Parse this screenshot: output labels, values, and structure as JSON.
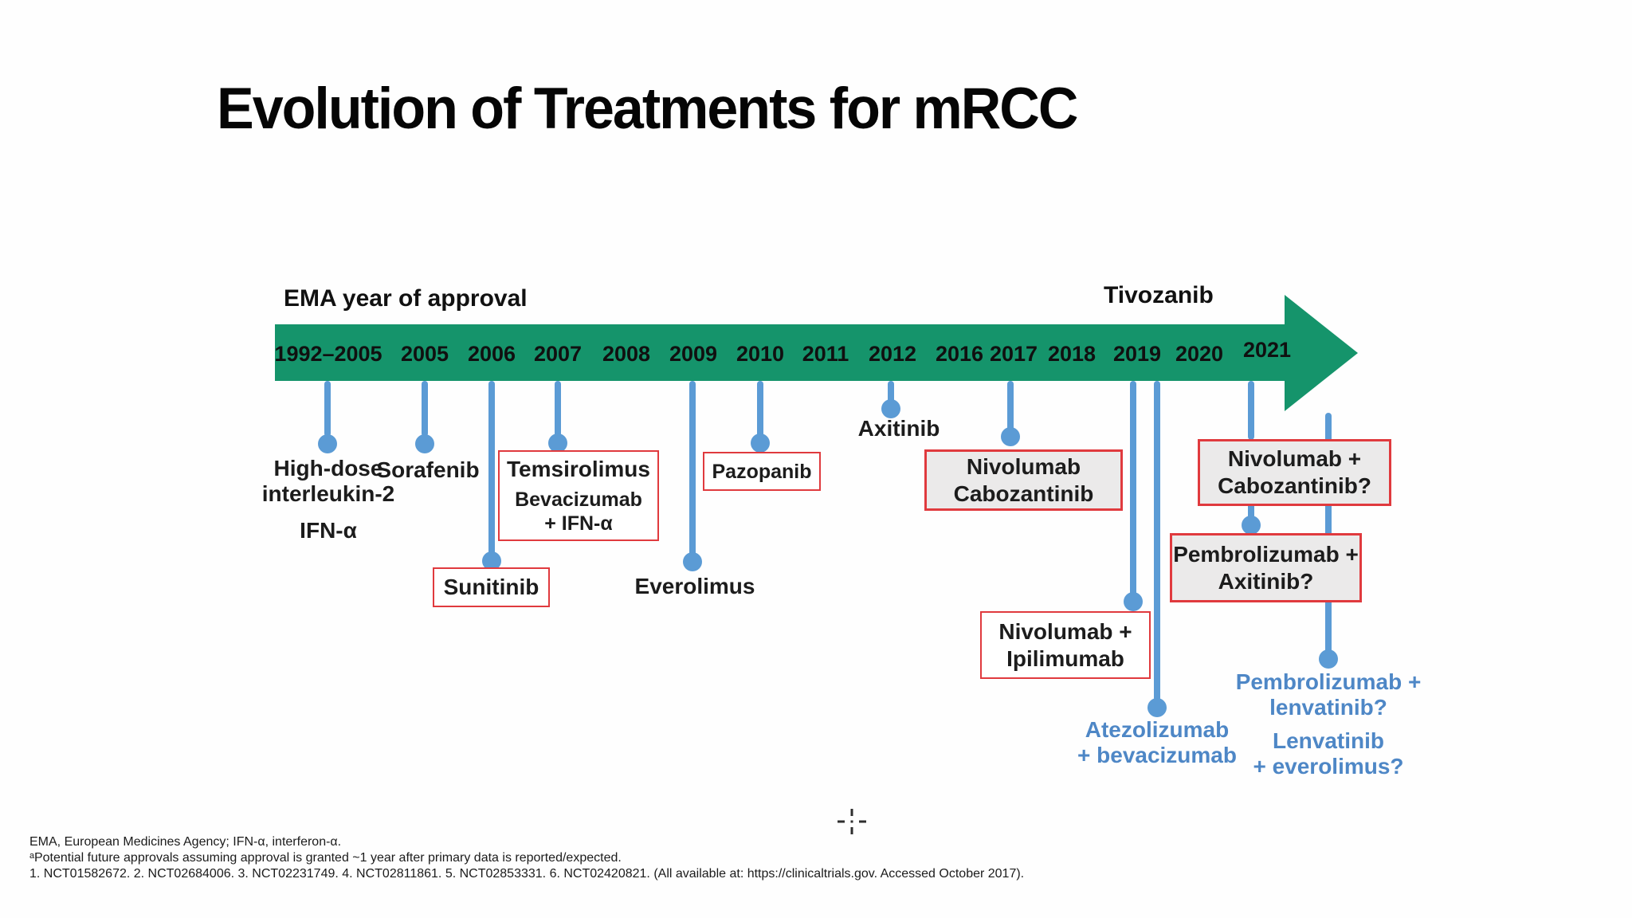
{
  "title": "Evolution of Treatments for mRCC",
  "timeline": {
    "axis_label": "EMA year of approval",
    "pipeline_label": "Tivozanib",
    "years": [
      "1992–2005",
      "2005",
      "2006",
      "2007",
      "2008",
      "2009",
      "2010",
      "2011",
      "2012",
      "2016",
      "2017",
      "2018",
      "2019",
      "2020",
      "2021"
    ]
  },
  "approved": {
    "hd_il2": {
      "l1": "High-dose",
      "l2": "interleukin-2",
      "l3": "IFN-α"
    },
    "sorafenib": "Sorafenib",
    "sunitinib": "Sunitinib",
    "temsirolimus": {
      "l1": "Temsirolimus",
      "l2": "Bevacizumab",
      "l3": "+ IFN-α"
    },
    "everolimus": "Everolimus",
    "pazopanib": "Pazopanib",
    "axitinib": "Axitinib",
    "nivo_cabo": {
      "l1": "Nivolumab",
      "l2": "Cabozantinib"
    },
    "nivo_ipi": {
      "l1": "Nivolumab +",
      "l2": "Ipilimumab"
    }
  },
  "pipeline": {
    "atezo_bev": {
      "l1": "Atezolizumab",
      "l2": "+ bevacizumab"
    },
    "nivo_cabo_q": {
      "l1": "Nivolumab +",
      "l2": "Cabozantinib?"
    },
    "pembro_axi": {
      "l1": "Pembrolizumab +",
      "l2": "Axitinib?"
    },
    "pembro_lenva": {
      "l1": "Pembrolizumab +",
      "l2": "lenvatinib?"
    },
    "lenva_evero": {
      "l1": "Lenvatinib",
      "l2": "+ everolimus?"
    }
  },
  "footnotes": {
    "line1": "EMA, European Medicines Agency; IFN-α, interferon-α.",
    "line2": "ᵃPotential future approvals assuming approval is granted ~1 year after primary data is reported/expected.",
    "line3": "1. NCT01582672. 2. NCT02684006. 3. NCT02231749. 4. NCT02811861. 5. NCT02853331. 6. NCT02420821. (All available at: https://clinicaltrials.gov. Accessed October 2017)."
  },
  "colors": {
    "arrow_green": "#15946B",
    "connector_blue": "#5B9BD5",
    "pipeline_text_blue": "#4E87C6",
    "box_border_red": "#E03A3E",
    "box_fill_gray": "#EBEAEA"
  }
}
